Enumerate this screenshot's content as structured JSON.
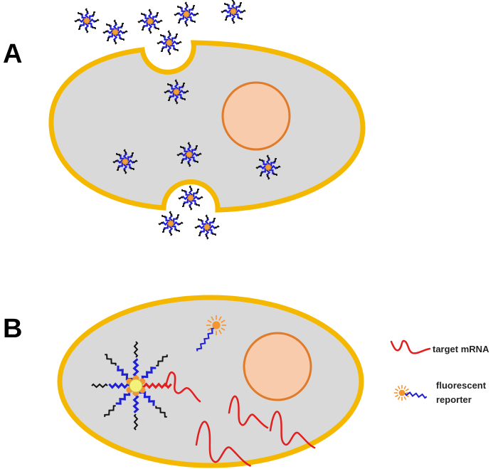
{
  "panels": {
    "a": {
      "label": "A"
    },
    "b": {
      "label": "B"
    }
  },
  "legend": {
    "target_mrna": "target mRNA",
    "reporter_line1": "fluorescent",
    "reporter_line2": "reporter"
  },
  "colors": {
    "cell_fill": "#d9d9d9",
    "cell_border": "#f5b800",
    "nucleus_fill": "#f8cbad",
    "nucleus_border": "#e07b2a",
    "dna_blue": "#1f1fd6",
    "strand_black": "#111111",
    "mrna_red": "#e02020",
    "core_gold": "#f2a13a",
    "reporter_orange": "#f39530",
    "core_yellow": "#f2f27a"
  },
  "icons": {
    "nanoflare": "star-nanoparticle-icon",
    "mrna": "squiggle-mrna-icon",
    "reporter": "sunburst-reporter-icon"
  }
}
